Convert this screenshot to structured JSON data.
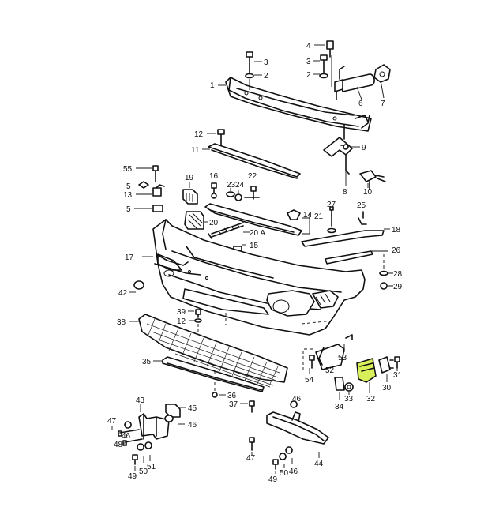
{
  "highlight_color": "#d9f05a",
  "labels": [
    {
      "key": "l1",
      "text": "1"
    },
    {
      "key": "l2a",
      "text": "2"
    },
    {
      "key": "l2b",
      "text": "2"
    },
    {
      "key": "l3a",
      "text": "3"
    },
    {
      "key": "l3b",
      "text": "3"
    },
    {
      "key": "l4",
      "text": "4"
    },
    {
      "key": "l5a",
      "text": "5"
    },
    {
      "key": "l5b",
      "text": "5"
    },
    {
      "key": "l6",
      "text": "6"
    },
    {
      "key": "l7",
      "text": "7"
    },
    {
      "key": "l8",
      "text": "8"
    },
    {
      "key": "l9",
      "text": "9"
    },
    {
      "key": "l10",
      "text": "10"
    },
    {
      "key": "l11",
      "text": "11"
    },
    {
      "key": "l12a",
      "text": "12"
    },
    {
      "key": "l12b",
      "text": "12"
    },
    {
      "key": "l13",
      "text": "13"
    },
    {
      "key": "l14",
      "text": "14"
    },
    {
      "key": "l15",
      "text": "15"
    },
    {
      "key": "l16",
      "text": "16"
    },
    {
      "key": "l17",
      "text": "17"
    },
    {
      "key": "l18",
      "text": "18"
    },
    {
      "key": "l19",
      "text": "19"
    },
    {
      "key": "l20",
      "text": "20"
    },
    {
      "key": "l20a",
      "text": "20 A"
    },
    {
      "key": "l21",
      "text": "21"
    },
    {
      "key": "l22",
      "text": "22"
    },
    {
      "key": "l23",
      "text": "23"
    },
    {
      "key": "l24",
      "text": "24"
    },
    {
      "key": "l25",
      "text": "25"
    },
    {
      "key": "l26",
      "text": "26"
    },
    {
      "key": "l27",
      "text": "27"
    },
    {
      "key": "l28",
      "text": "28"
    },
    {
      "key": "l29",
      "text": "29"
    },
    {
      "key": "l30",
      "text": "30"
    },
    {
      "key": "l31",
      "text": "31"
    },
    {
      "key": "l32",
      "text": "32"
    },
    {
      "key": "l33",
      "text": "33"
    },
    {
      "key": "l34",
      "text": "34"
    },
    {
      "key": "l35",
      "text": "35"
    },
    {
      "key": "l36",
      "text": "36"
    },
    {
      "key": "l37",
      "text": "37"
    },
    {
      "key": "l38",
      "text": "38"
    },
    {
      "key": "l39",
      "text": "39"
    },
    {
      "key": "l42",
      "text": "42"
    },
    {
      "key": "l43",
      "text": "43"
    },
    {
      "key": "l44",
      "text": "44"
    },
    {
      "key": "l45",
      "text": "45"
    },
    {
      "key": "l46a",
      "text": "46"
    },
    {
      "key": "l46b",
      "text": "46"
    },
    {
      "key": "l46c",
      "text": "46"
    },
    {
      "key": "l46d",
      "text": "46"
    },
    {
      "key": "l47a",
      "text": "47"
    },
    {
      "key": "l47b",
      "text": "47"
    },
    {
      "key": "l48",
      "text": "48"
    },
    {
      "key": "l49a",
      "text": "49"
    },
    {
      "key": "l49b",
      "text": "49"
    },
    {
      "key": "l50a",
      "text": "50"
    },
    {
      "key": "l50b",
      "text": "50"
    },
    {
      "key": "l51",
      "text": "51"
    },
    {
      "key": "l52",
      "text": "52"
    },
    {
      "key": "l53",
      "text": "53"
    },
    {
      "key": "l54",
      "text": "54"
    },
    {
      "key": "l55",
      "text": "55"
    }
  ]
}
